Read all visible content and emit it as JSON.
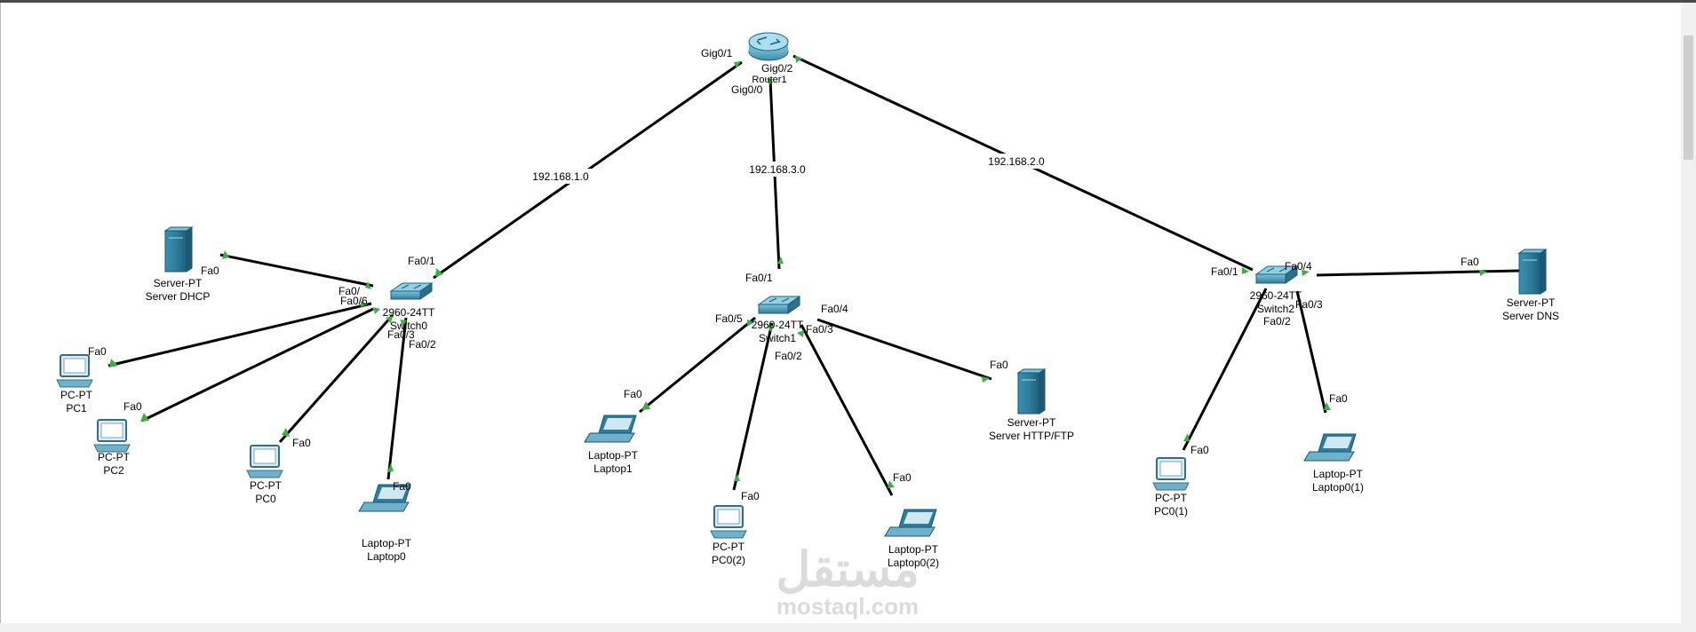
{
  "router": {
    "label_text": "Router1",
    "ports": {
      "gig01": "Gig0/1",
      "gig02": "Gig0/2",
      "gig00": "Gig0/0"
    }
  },
  "networks": {
    "left": "192.168.1.0",
    "center": "192.168.3.0",
    "right": "192.168.2.0"
  },
  "switches": {
    "left": {
      "model": "2960-24TT",
      "name": "Switch0",
      "uplink": "Fa0/1"
    },
    "center": {
      "model": "2960-24TT",
      "name": "Switch1",
      "uplink": "Fa0/1"
    },
    "right": {
      "model": "2960-24TT",
      "name": "Switch2",
      "uplink": "Fa0/1"
    }
  },
  "ports": {
    "fa0": "Fa0",
    "fa02": "Fa0/2",
    "fa03": "Fa0/3",
    "fa04": "Fa0/4",
    "fa05": "Fa0/5",
    "fa06": "Fa0/6",
    "fa0x": "Fa0/"
  },
  "devices": {
    "server_dhcp": {
      "type": "Server-PT",
      "name": "Server DHCP"
    },
    "pc1": {
      "type": "PC-PT",
      "name": "PC1"
    },
    "pc2": {
      "type": "PC-PT",
      "name": "PC2"
    },
    "pc0": {
      "type": "PC-PT",
      "name": "PC0"
    },
    "laptop0": {
      "type": "Laptop-PT",
      "name": "Laptop0"
    },
    "laptop1": {
      "type": "Laptop-PT",
      "name": "Laptop1"
    },
    "pc0_2": {
      "type": "PC-PT",
      "name": "PC0(2)"
    },
    "laptop0_2": {
      "type": "Laptop-PT",
      "name": "Laptop0(2)"
    },
    "server_http": {
      "type": "Server-PT",
      "name": "Server HTTP/FTP"
    },
    "pc0_1": {
      "type": "PC-PT",
      "name": "PC0(1)"
    },
    "laptop0_1": {
      "type": "Laptop-PT",
      "name": "Laptop0(1)"
    },
    "server_dns": {
      "type": "Server-PT",
      "name": "Server DNS"
    }
  },
  "watermark": {
    "text": "mostaql.com",
    "arabic": "مستقل"
  },
  "colors": {
    "link": "#000000",
    "port_up": "#3cb043",
    "device": "#2e8fae",
    "canvas": "#ffffff"
  }
}
